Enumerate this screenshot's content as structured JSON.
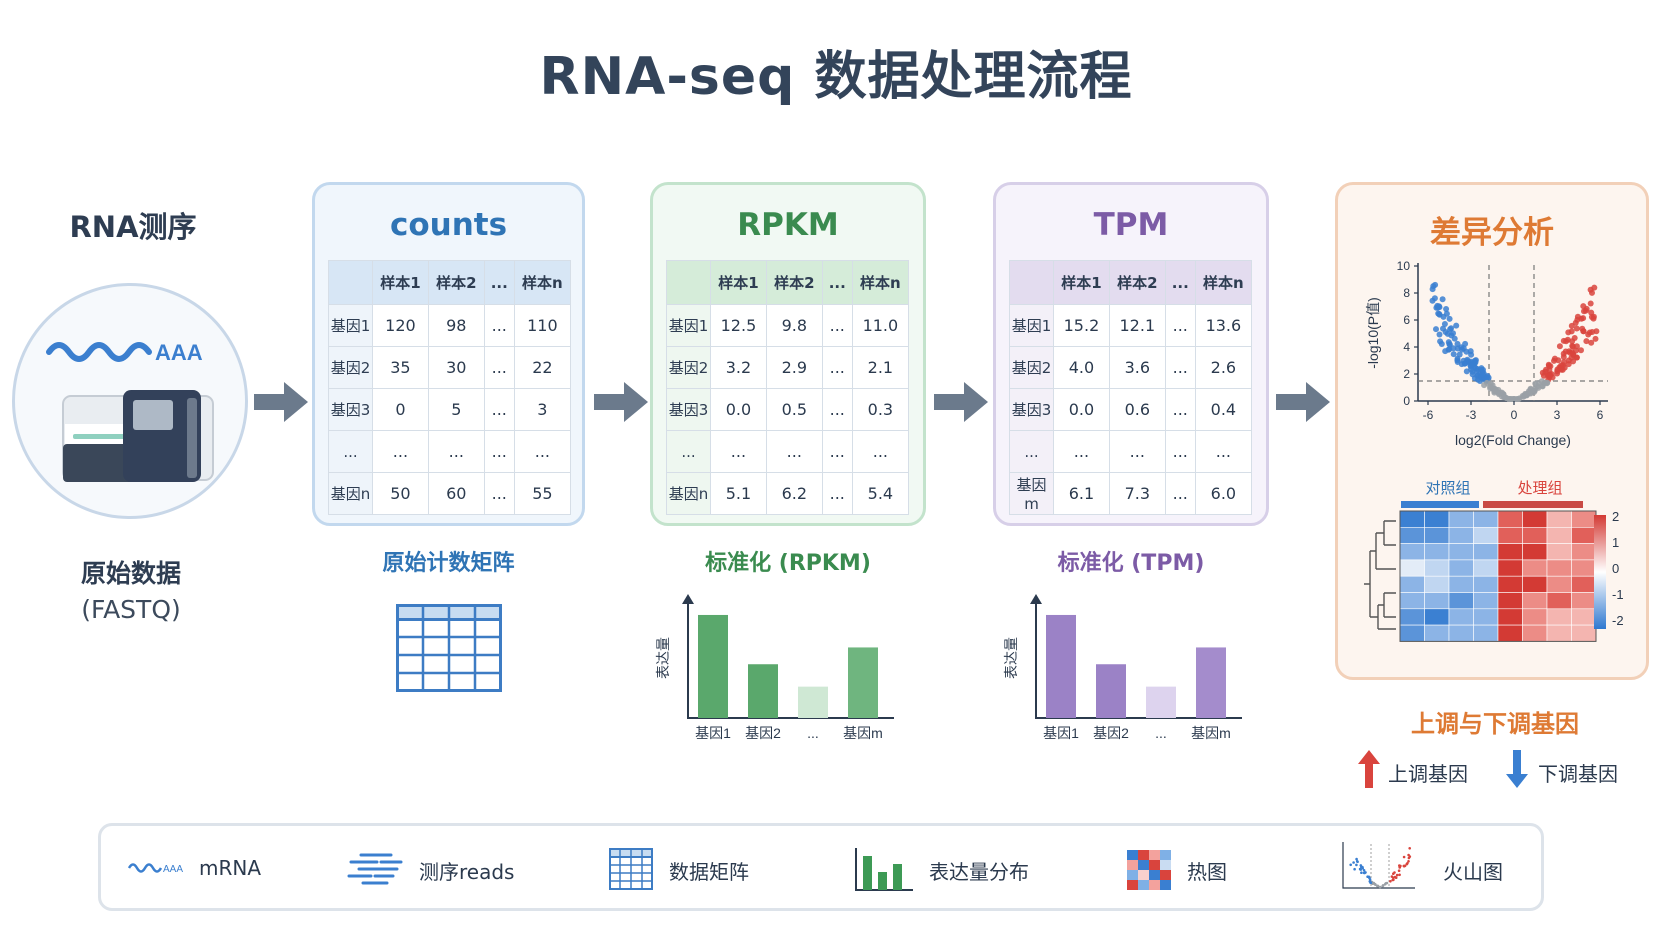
{
  "title": "RNA-seq 数据处理流程",
  "rna_seq": {
    "heading": "RNA测序",
    "mrna_tail": "AAA",
    "raw_label": "原始数据",
    "raw_format": "(FASTQ)"
  },
  "panels": {
    "counts": {
      "title": "counts",
      "caption": "原始计数矩阵",
      "columns": [
        "样本1",
        "样本2",
        "...",
        "样本n"
      ],
      "rows": [
        {
          "label": "基因1",
          "cells": [
            "120",
            "98",
            "...",
            "110"
          ]
        },
        {
          "label": "基因2",
          "cells": [
            "35",
            "30",
            "...",
            "22"
          ]
        },
        {
          "label": "基因3",
          "cells": [
            "0",
            "5",
            "...",
            "3"
          ]
        },
        {
          "label": "...",
          "cells": [
            "...",
            "...",
            "...",
            "..."
          ]
        },
        {
          "label": "基因n",
          "cells": [
            "50",
            "60",
            "...",
            "55"
          ]
        }
      ]
    },
    "rpkm": {
      "title": "RPKM",
      "caption": "标准化 (RPKM)",
      "columns": [
        "样本1",
        "样本2",
        "...",
        "样本n"
      ],
      "rows": [
        {
          "label": "基因1",
          "cells": [
            "12.5",
            "9.8",
            "...",
            "11.0"
          ]
        },
        {
          "label": "基因2",
          "cells": [
            "3.2",
            "2.9",
            "...",
            "2.1"
          ]
        },
        {
          "label": "基因3",
          "cells": [
            "0.0",
            "0.5",
            "...",
            "0.3"
          ]
        },
        {
          "label": "...",
          "cells": [
            "...",
            "...",
            "...",
            "..."
          ]
        },
        {
          "label": "基因n",
          "cells": [
            "5.1",
            "6.2",
            "...",
            "5.4"
          ]
        }
      ],
      "bar_chart": {
        "ylabel": "表达量",
        "categories": [
          "基因1",
          "基因2",
          "...",
          "基因m"
        ],
        "values": [
          0.92,
          0.48,
          0.28,
          0.63
        ],
        "colors": [
          "#5aa86c",
          "#5aa86c",
          "#cfe8d4",
          "#6fb57f"
        ]
      }
    },
    "tpm": {
      "title": "TPM",
      "caption": "标准化 (TPM)",
      "columns": [
        "样本1",
        "样本2",
        "...",
        "样本n"
      ],
      "rows": [
        {
          "label": "基因1",
          "cells": [
            "15.2",
            "12.1",
            "...",
            "13.6"
          ]
        },
        {
          "label": "基因2",
          "cells": [
            "4.0",
            "3.6",
            "...",
            "2.6"
          ]
        },
        {
          "label": "基因3",
          "cells": [
            "0.0",
            "0.6",
            "...",
            "0.4"
          ]
        },
        {
          "label": "...",
          "cells": [
            "...",
            "...",
            "...",
            "..."
          ]
        },
        {
          "label": "基因m",
          "cells": [
            "6.1",
            "7.3",
            "...",
            "6.0"
          ]
        }
      ],
      "bar_chart": {
        "ylabel": "表达量",
        "categories": [
          "基因1",
          "基因2",
          "...",
          "基因m"
        ],
        "values": [
          0.92,
          0.48,
          0.28,
          0.63
        ],
        "colors": [
          "#9b82c6",
          "#9b82c6",
          "#ddd3ee",
          "#a48ccc"
        ]
      }
    },
    "diff": {
      "title": "差异分析",
      "volcano": {
        "ylabel": "-log10(P值)",
        "xlabel": "log2(Fold Change)",
        "xticks": [
          "-6",
          "-3",
          "0",
          "3",
          "6"
        ],
        "yticks": [
          "0",
          "2",
          "4",
          "6",
          "8",
          "10"
        ]
      },
      "heatmap": {
        "group_control": "对照组",
        "group_treatment": "处理组",
        "scale_ticks": [
          "2",
          "1",
          "0",
          "-1",
          "-2"
        ]
      }
    }
  },
  "updown": {
    "title": "上调与下调基因",
    "up_label": "上调基因",
    "down_label": "下调基因"
  },
  "legend": {
    "mrna_tail": "AAA",
    "items": [
      "mRNA",
      "测序reads",
      "数据矩阵",
      "表达量分布",
      "热图",
      "火山图"
    ]
  },
  "colors": {
    "blue": "#2f74b5",
    "green": "#3a8b4f",
    "purple": "#7c5ba6",
    "orange": "#de7a34",
    "arrow": "#6b7a8c",
    "up": "#d9443d",
    "down": "#3a7fd1"
  }
}
